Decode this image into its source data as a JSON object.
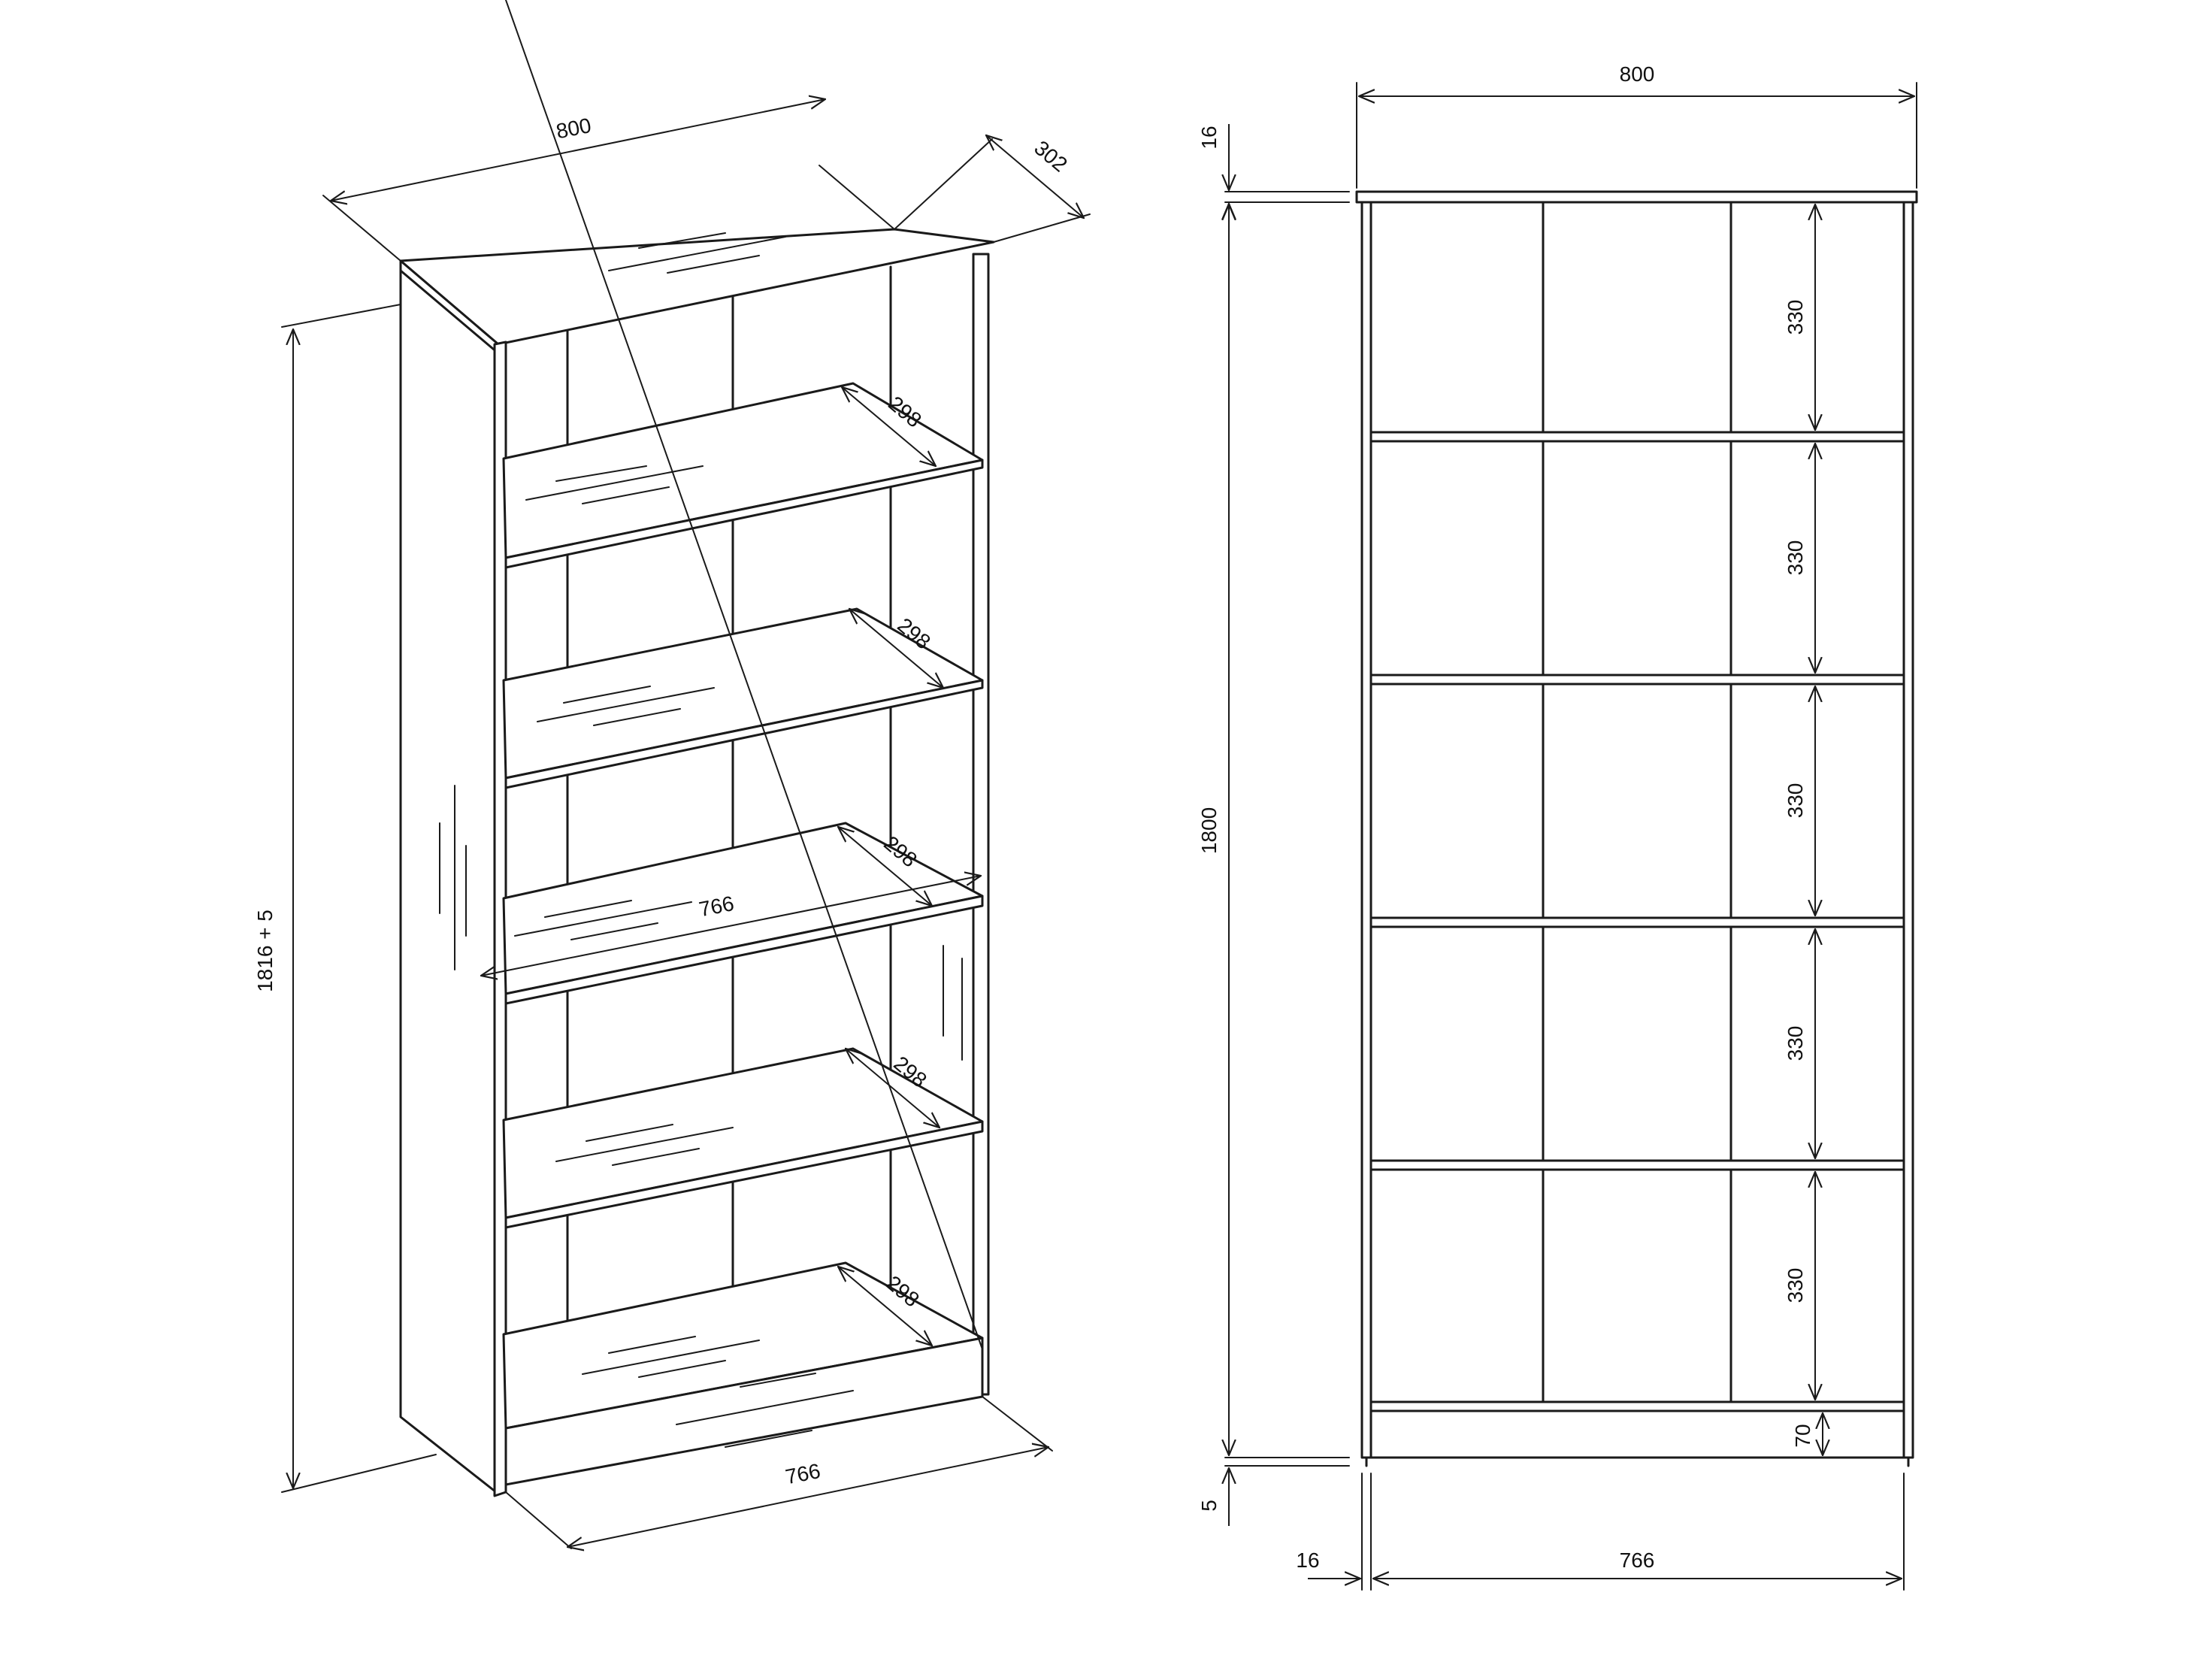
{
  "diagram": {
    "iso_view": {
      "width_top": "800",
      "depth_top": "302",
      "height_total": "1816 + 5",
      "shelf_depths": [
        "298",
        "298",
        "298",
        "298",
        "298"
      ],
      "inner_width": "766",
      "base_width": "766"
    },
    "front_view": {
      "width_top": "800",
      "top_thickness": "16",
      "height": "1800",
      "compartments": [
        "330",
        "330",
        "330",
        "330",
        "330"
      ],
      "plinth_height": "70",
      "foot_gap": "5",
      "side_thickness": "16",
      "inner_width": "766"
    }
  }
}
